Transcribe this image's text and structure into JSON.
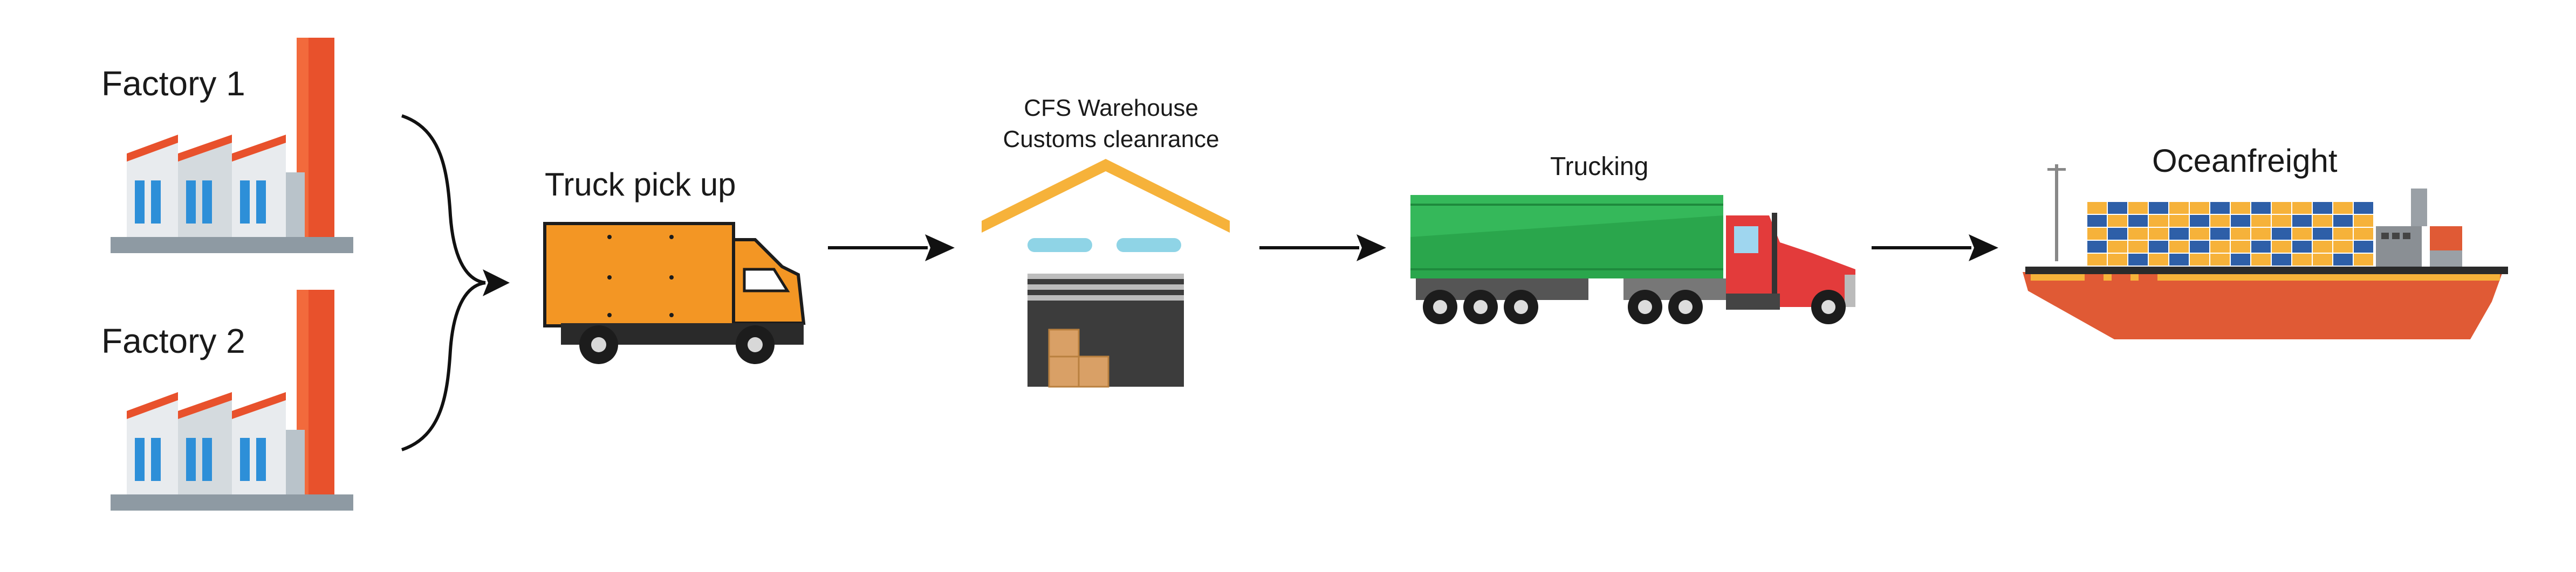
{
  "labels": {
    "factory1": "Factory 1",
    "factory2": "Factory 2",
    "truck_pickup": "Truck pick up",
    "cfs_line1": "CFS Warehouse",
    "cfs_line2": "Customs cleanrance",
    "trucking": "Trucking",
    "ocean": "Oceanfreight"
  },
  "icons": {
    "factory": "factory-icon",
    "box_truck": "box-truck-icon",
    "warehouse": "warehouse-icon",
    "semi_truck": "semi-truck-icon",
    "ship": "container-ship-icon",
    "arrow": "arrow-icon"
  },
  "colors": {
    "factory_chimney": "#e8512c",
    "factory_wall": "#e8ebee",
    "factory_window": "#2d8fd8",
    "factory_base": "#8e9aa3",
    "truck_cargo": "#f39624",
    "truck_cab": "#f39624",
    "warehouse_roof": "#f6b23a",
    "warehouse_door": "#3c3c3c",
    "container": "#2aa64c",
    "semi_cab": "#e33b3b",
    "ship_hull": "#e05a35",
    "ship_stripe": "#f6b23a",
    "arrow": "#111111"
  }
}
